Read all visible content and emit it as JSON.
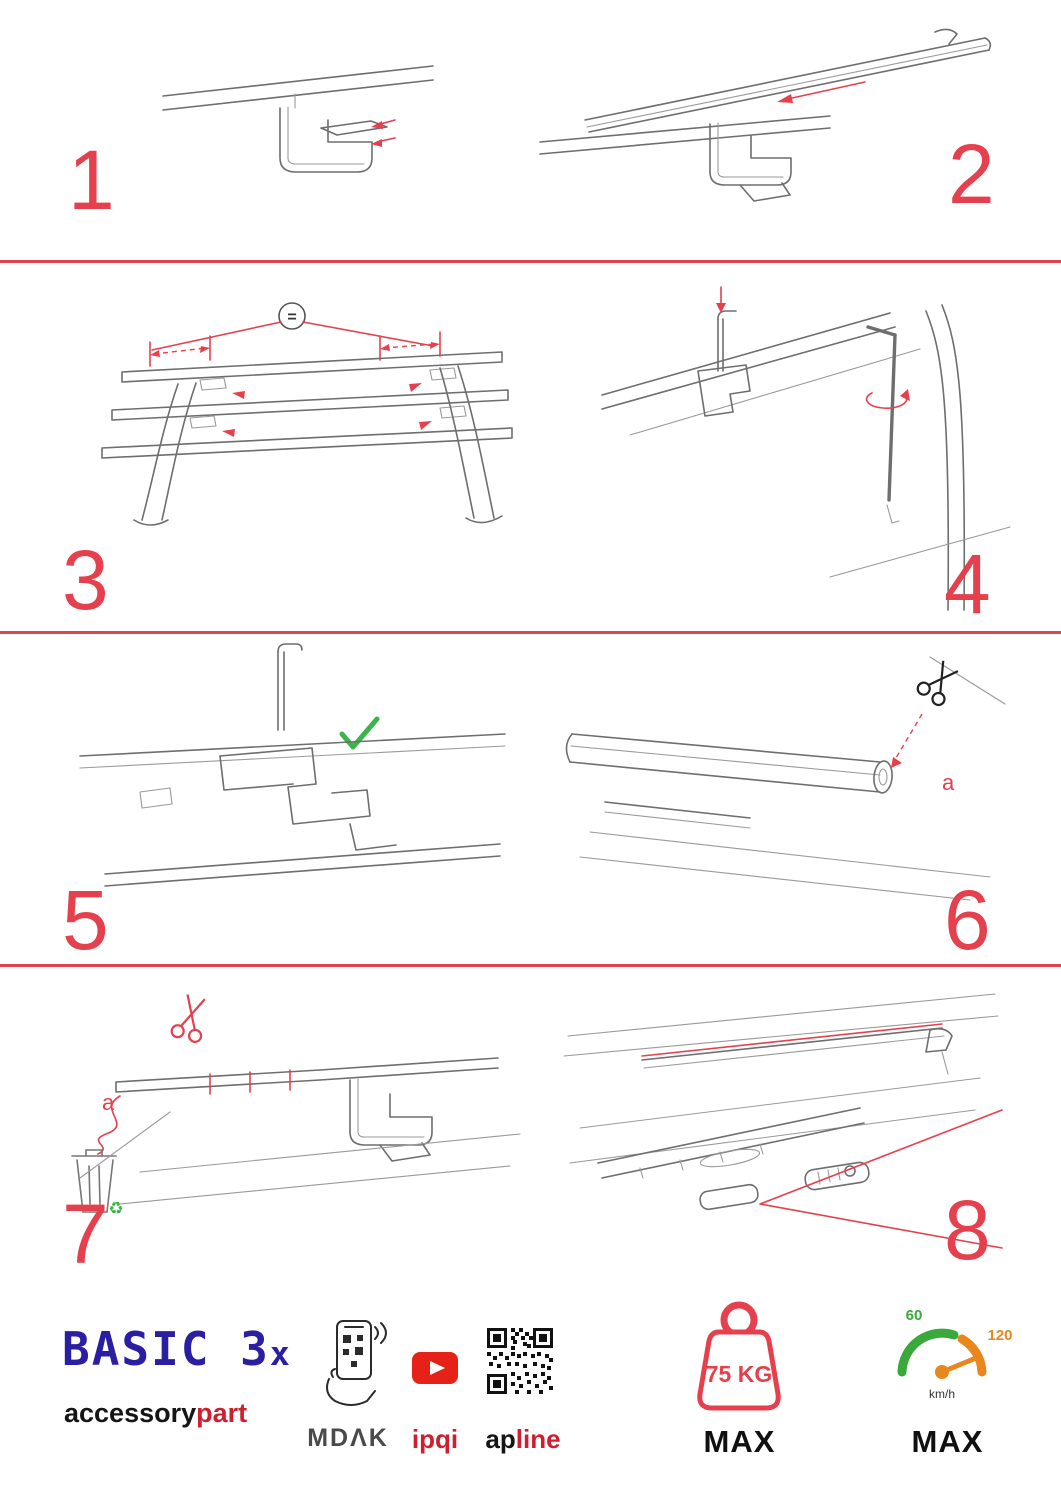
{
  "colors": {
    "accent_red": "#e5404d",
    "brand_red": "#cf1f2f",
    "brand_blue": "#2a1fa2",
    "ok_green": "#3bb54a",
    "gauge_green": "#3aa83a",
    "gauge_orange": "#e8871e",
    "youtube_red": "#e62117"
  },
  "steps": [
    {
      "number": "1"
    },
    {
      "number": "2"
    },
    {
      "number": "3"
    },
    {
      "number": "4"
    },
    {
      "number": "5"
    },
    {
      "number": "6"
    },
    {
      "number": "7"
    },
    {
      "number": "8"
    }
  ],
  "labels": {
    "equal": "=",
    "a": "a",
    "recycle": "♻"
  },
  "footer": {
    "brand_main": "BASIC 3",
    "brand_suffix": "x",
    "accessory_black": "accessory",
    "accessory_red": "part",
    "mdak": "MDΛK",
    "ipqi": "ipqi",
    "apline_black": "ap",
    "apline_red": "line",
    "weight_value": "75 KG",
    "weight_max": "MAX",
    "speed_60": "60",
    "speed_120": "120",
    "speed_unit": "km/h",
    "speed_max": "MAX"
  }
}
